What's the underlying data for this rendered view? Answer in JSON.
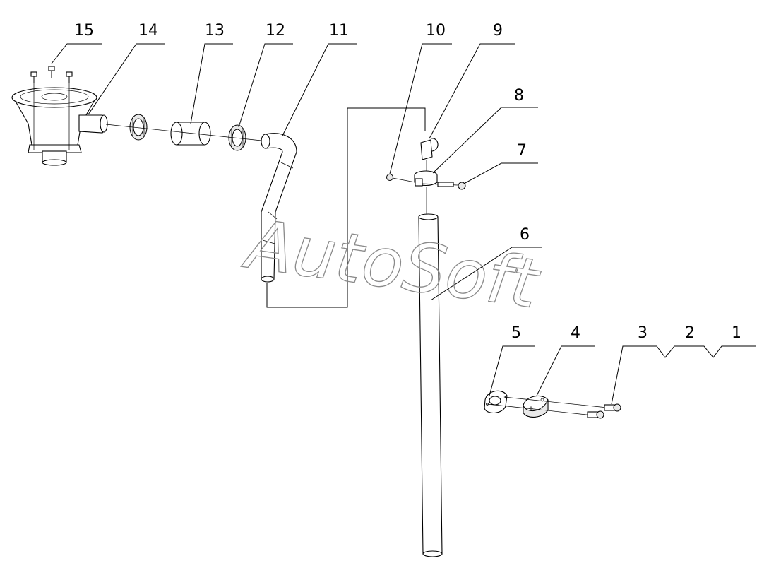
{
  "colors": {
    "line": "#000000",
    "watermark": "#8a8a8a",
    "background": "#ffffff"
  },
  "watermark": "AutoSoft",
  "callouts": [
    "1",
    "2",
    "3",
    "4",
    "5",
    "6",
    "7",
    "8",
    "9",
    "10",
    "11",
    "12",
    "13",
    "14",
    "15"
  ]
}
